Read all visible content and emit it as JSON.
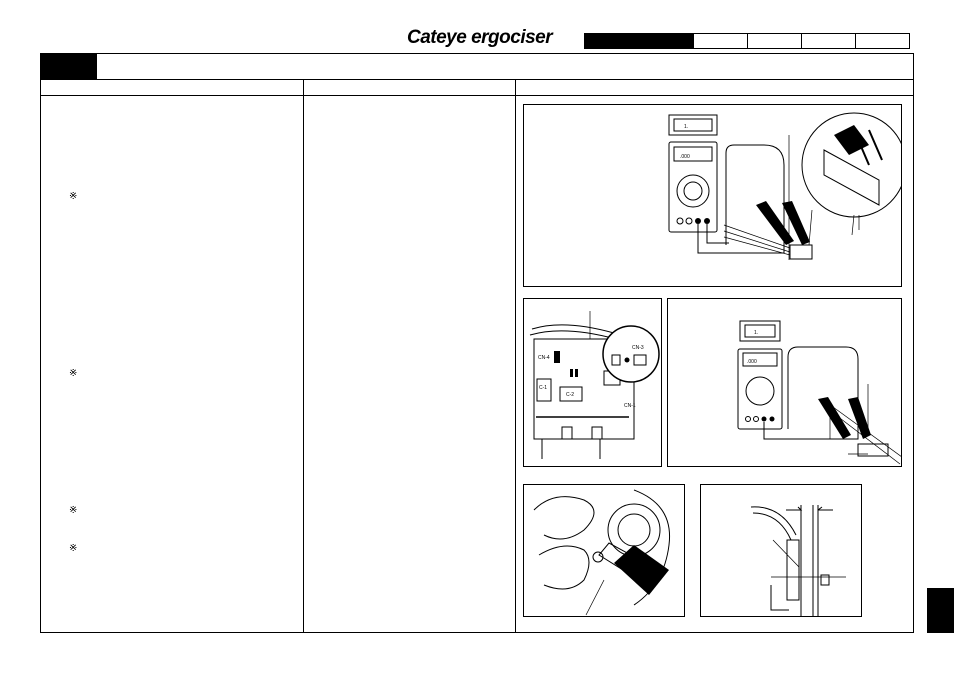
{
  "brand": {
    "logo_text": "Cateye ergociser"
  },
  "nav_tabs": [
    {
      "id": "tab-1",
      "active": true
    },
    {
      "id": "tab-2",
      "active": false
    },
    {
      "id": "tab-3",
      "active": false
    },
    {
      "id": "tab-4",
      "active": false
    },
    {
      "id": "tab-5",
      "active": false
    }
  ],
  "bullets": [
    "※",
    "※",
    "※",
    "※"
  ],
  "figures": {
    "multimeter_display_small": "1.",
    "multimeter_display_main": ".000",
    "pcb_labels": {
      "cn4": "CN-4",
      "cn3": "CN-3",
      "cn1": "CN-1",
      "c1": "C-1",
      "c2": "C-2"
    }
  },
  "colors": {
    "ink": "#000000",
    "paper": "#ffffff"
  }
}
